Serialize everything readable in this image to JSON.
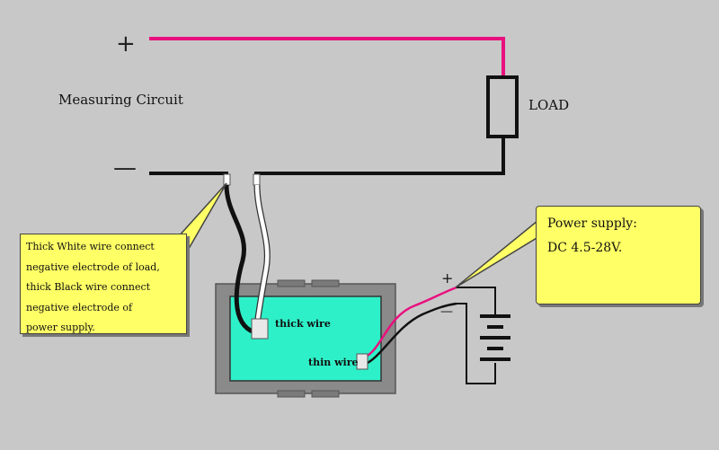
{
  "labels": {
    "measuring_circuit": "Measuring Circuit",
    "load": "LOAD",
    "plus_top": "+",
    "minus_left": "—",
    "thick_wire": "thick wire",
    "thin_wire": "thin wire",
    "battery_plus": "+",
    "battery_minus": "—"
  },
  "callout_left": {
    "lines": [
      "Thick White wire connect",
      "negative electrode of load,",
      "thick Black wire connect",
      "negative electrode of",
      "power supply."
    ]
  },
  "callout_right": {
    "lines": [
      "Power supply:",
      "DC 4.5-28V."
    ]
  },
  "colors": {
    "background": "#c8c8c8",
    "positive_wire": "#e8107e",
    "negative_wire": "#111111",
    "meter_screen": "#2ef0c8",
    "meter_bezel": "#8a8a8a",
    "callout": "#ffff66"
  }
}
